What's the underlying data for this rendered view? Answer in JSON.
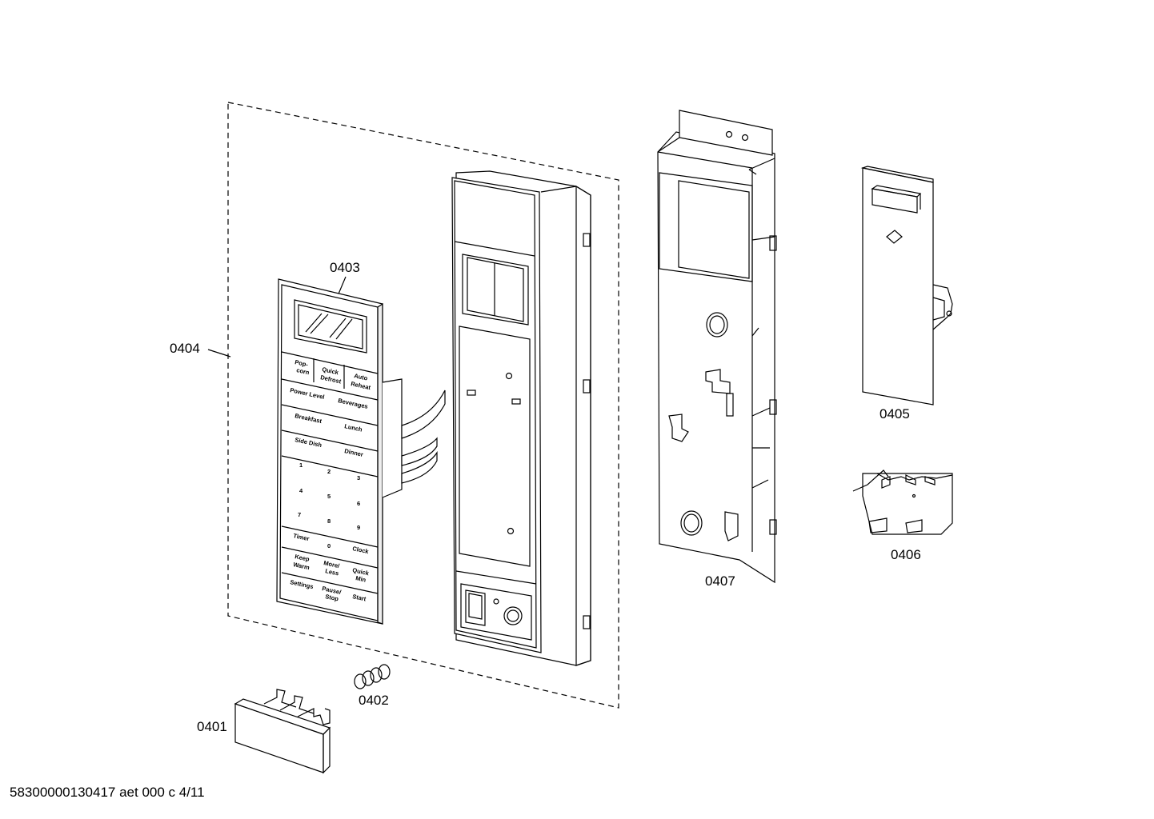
{
  "parts": {
    "p0401": "0401",
    "p0402": "0402",
    "p0403": "0403",
    "p0404": "0404",
    "p0405": "0405",
    "p0406": "0406",
    "p0407": "0407"
  },
  "keypad": {
    "k1": "Pop-\ncorn",
    "k2": "Quick\nDefrost",
    "k3": "Auto\nReheat",
    "k4": "Power Level",
    "k5": "Beverages",
    "k6": "Breakfast",
    "k7": "Lunch",
    "k8": "Side Dish",
    "k9": "Dinner",
    "n1": "1",
    "n2": "2",
    "n3": "3",
    "n4": "4",
    "n5": "5",
    "n6": "6",
    "n7": "7",
    "n8": "8",
    "n9": "9",
    "k10": "Timer",
    "n0": "0",
    "k11": "Clock",
    "k12": "Keep\nWarm",
    "k13": "More/\nLess",
    "k14": "Quick\nMin",
    "k15": "Settings",
    "k16": "Pause/\nStop",
    "k17": "Start"
  },
  "footer": "58300000130417 aet 000 c 4/11"
}
